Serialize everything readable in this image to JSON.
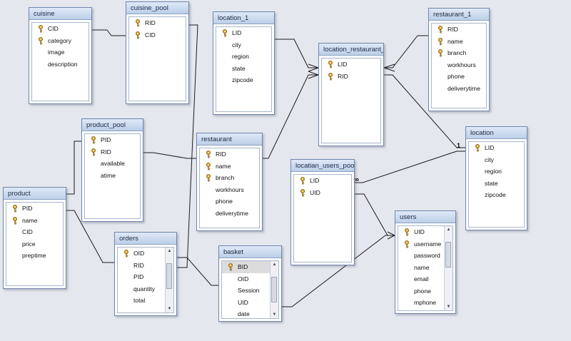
{
  "tables": {
    "cuisine": {
      "title": "cuisine",
      "rows": [
        {
          "name": "CID",
          "key": true
        },
        {
          "name": "category",
          "key": true
        },
        {
          "name": "image",
          "key": false
        },
        {
          "name": "description",
          "key": false
        }
      ]
    },
    "cuisine_pool": {
      "title": "cuisine_pool",
      "rows": [
        {
          "name": "RID",
          "key": true
        },
        {
          "name": "CID",
          "key": true
        }
      ]
    },
    "location_1": {
      "title": "location_1",
      "rows": [
        {
          "name": "LID",
          "key": true
        },
        {
          "name": "city",
          "key": false
        },
        {
          "name": "region",
          "key": false
        },
        {
          "name": "state",
          "key": false
        },
        {
          "name": "zipcode",
          "key": false
        }
      ]
    },
    "location_restaurant_p": {
      "title": "location_restaurant_p...",
      "rows": [
        {
          "name": "LID",
          "key": true
        },
        {
          "name": "RID",
          "key": true
        }
      ]
    },
    "restaurant_1": {
      "title": "restaurant_1",
      "rows": [
        {
          "name": "RID",
          "key": true
        },
        {
          "name": "name",
          "key": true
        },
        {
          "name": "branch",
          "key": true
        },
        {
          "name": "workhours",
          "key": false
        },
        {
          "name": "phone",
          "key": false
        },
        {
          "name": "deliverytime",
          "key": false
        }
      ]
    },
    "product_pool": {
      "title": "product_pool",
      "rows": [
        {
          "name": "PID",
          "key": true
        },
        {
          "name": "RID",
          "key": true
        },
        {
          "name": "available",
          "key": false
        },
        {
          "name": "atime",
          "key": false
        }
      ]
    },
    "restaurant": {
      "title": "restaurant",
      "rows": [
        {
          "name": "RID",
          "key": true
        },
        {
          "name": "name",
          "key": true
        },
        {
          "name": "branch",
          "key": true
        },
        {
          "name": "workhours",
          "key": false
        },
        {
          "name": "phone",
          "key": false
        },
        {
          "name": "deliverytime",
          "key": false
        }
      ]
    },
    "location": {
      "title": "location",
      "rows": [
        {
          "name": "LID",
          "key": true
        },
        {
          "name": "city",
          "key": false
        },
        {
          "name": "region",
          "key": false
        },
        {
          "name": "state",
          "key": false
        },
        {
          "name": "zipcode",
          "key": false
        }
      ]
    },
    "locatian_users_pool": {
      "title": "locatian_users_pool",
      "rows": [
        {
          "name": "LID",
          "key": true
        },
        {
          "name": "UID",
          "key": true
        }
      ]
    },
    "product": {
      "title": "product",
      "rows": [
        {
          "name": "PID",
          "key": true
        },
        {
          "name": "name",
          "key": true
        },
        {
          "name": "CID",
          "key": false
        },
        {
          "name": "price",
          "key": false
        },
        {
          "name": "preptime",
          "key": false
        }
      ]
    },
    "orders": {
      "title": "orders",
      "rows": [
        {
          "name": "OID",
          "key": true
        },
        {
          "name": "RID",
          "key": false
        },
        {
          "name": "PID",
          "key": false
        },
        {
          "name": "quantity",
          "key": false
        },
        {
          "name": "total",
          "key": false
        }
      ]
    },
    "basket": {
      "title": "basket",
      "rows": [
        {
          "name": "BID",
          "key": true
        },
        {
          "name": "OID",
          "key": false
        },
        {
          "name": "Session",
          "key": false
        },
        {
          "name": "UID",
          "key": false
        },
        {
          "name": "date",
          "key": false
        }
      ]
    },
    "users": {
      "title": "users",
      "rows": [
        {
          "name": "UID",
          "key": true
        },
        {
          "name": "username",
          "key": true
        },
        {
          "name": "password",
          "key": false
        },
        {
          "name": "name",
          "key": false
        },
        {
          "name": "email",
          "key": false
        },
        {
          "name": "phone",
          "key": false
        },
        {
          "name": "mphone",
          "key": false
        }
      ]
    }
  },
  "cardinality": {
    "one": "1",
    "many": "∞"
  },
  "colors": {
    "background": "#e4e8ee",
    "line": "#1a1a1a",
    "key": "#d9a22a"
  }
}
